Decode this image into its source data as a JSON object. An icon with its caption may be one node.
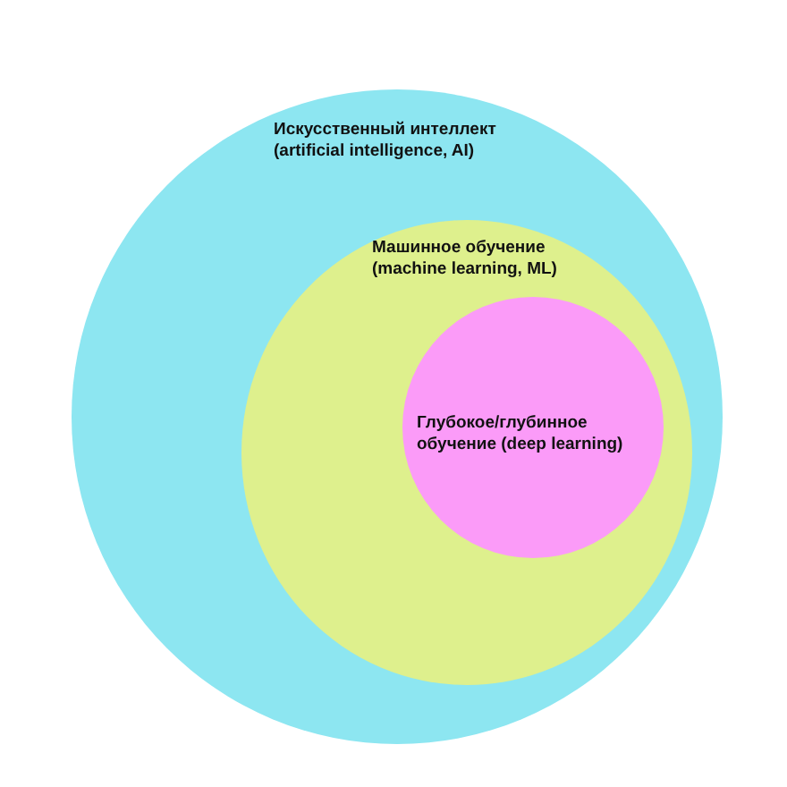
{
  "diagram": {
    "nodes": [
      {
        "text": [
          "Искусственный интеллект (artificial intelligence, AI)"
        ]
      },
      {
        "text": [
          "Машинное обучение (machine learning, ML)"
        ],
        "in": 0
      },
      {
        "text": [
          "Глубокое/глубинное обучение (deep learning)"
        ],
        "in": 1
      }
    ]
  }
}
